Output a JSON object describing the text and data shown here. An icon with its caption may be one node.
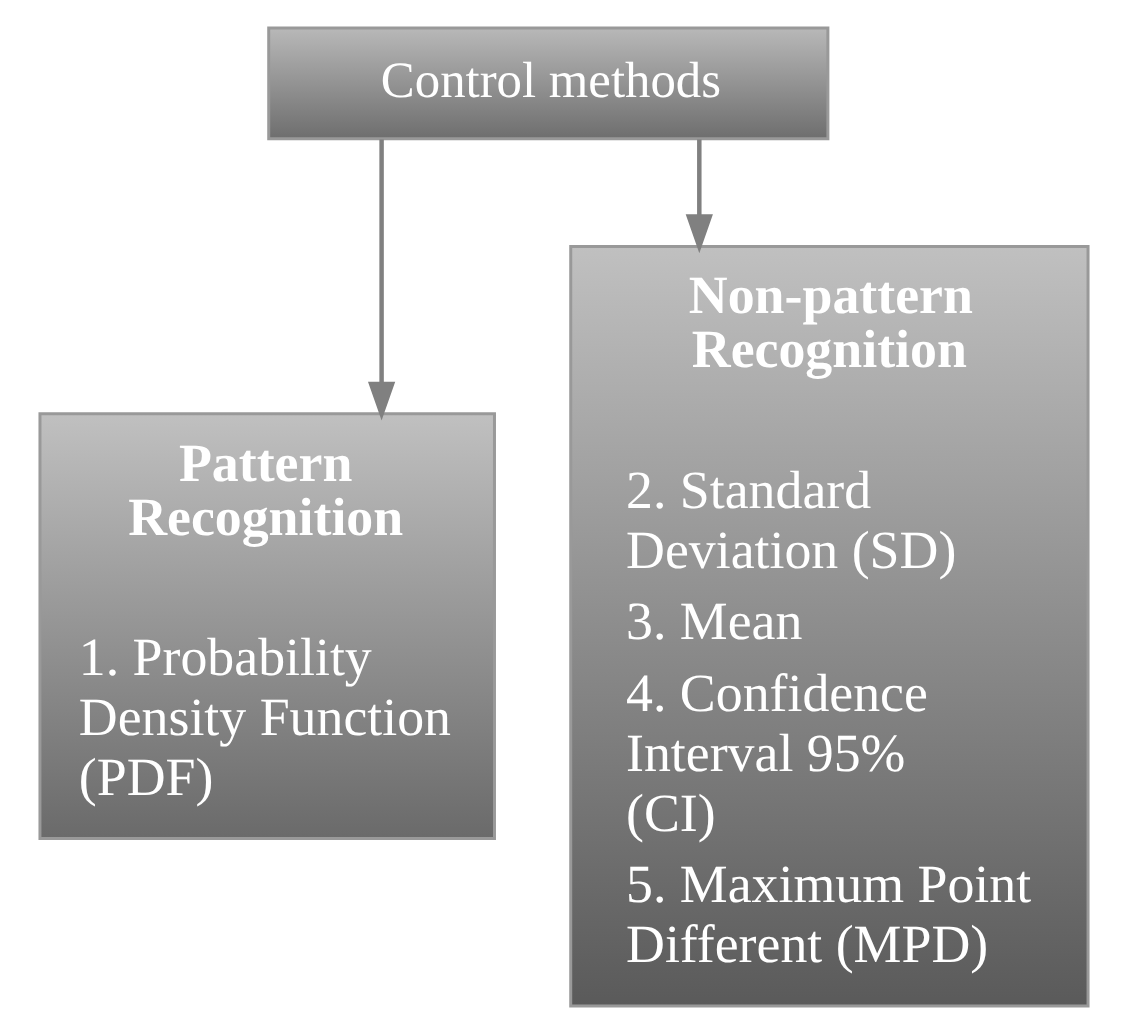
{
  "diagram": {
    "nodes": [
      {
        "text": [
          "Control methods"
        ]
      },
      {
        "text": [
          "Pattern Recognition",
          "1. Probability Density Function (PDF)"
        ]
      },
      {
        "text": [
          "Non-pattern Recognition",
          "2. Standard Deviation (SD)",
          "3. Mean",
          "4. Confidence Interval 95% (CI)",
          "5. Maximum Point Different (MPD)"
        ]
      }
    ],
    "edges": [
      {
        "from": 0,
        "to": 1,
        "arrow": "to"
      },
      {
        "from": 0,
        "to": 2,
        "arrow": "to"
      }
    ]
  }
}
